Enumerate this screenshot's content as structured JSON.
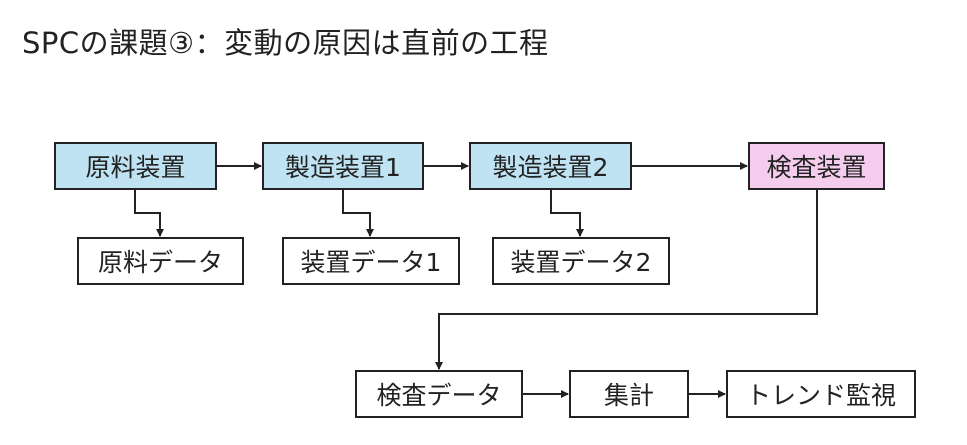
{
  "title": "SPCの課題③：変動の原因は直前の工程",
  "boxes": {
    "raw_device": "原料装置",
    "mfg_device_1": "製造装置1",
    "mfg_device_2": "製造装置2",
    "inspection_device": "検査装置",
    "raw_data": "原料データ",
    "device_data_1": "装置データ1",
    "device_data_2": "装置データ2",
    "inspection_data": "検査データ",
    "aggregation": "集計",
    "trend_monitoring": "トレンド監視"
  },
  "colors": {
    "device_fill": "#bfe3f2",
    "inspection_fill": "#f4cdee",
    "line": "#222222"
  }
}
